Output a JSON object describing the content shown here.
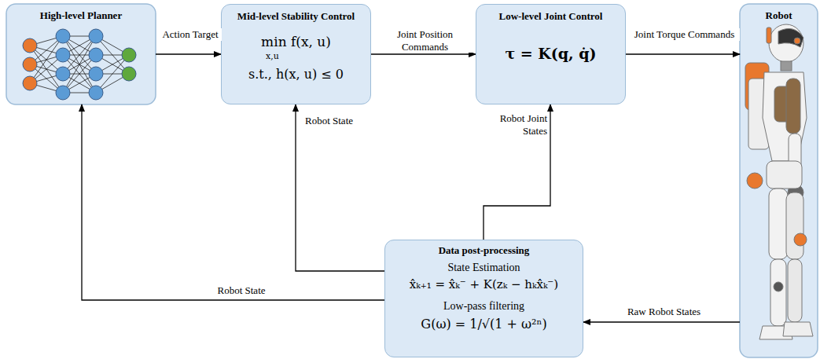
{
  "diagram": {
    "nodes": [
      {
        "text": [
          "High-level Planner"
        ]
      },
      {
        "text": [
          "Mid-level Stability Control",
          "min f(x, u)",
          "x,u",
          "s.t., h(x, u) ≤ 0"
        ]
      },
      {
        "text": [
          "Low-level Joint Control",
          "τ = K(q, q̇)"
        ]
      },
      {
        "text": [
          "Robot"
        ]
      },
      {
        "text": [
          "Data post-processing",
          "State Estimation",
          "x̂ₖ₊₁ = x̂ₖ⁻ + K(zₖ − hₖx̂ₖ⁻)",
          "Low-pass filtering",
          "G(ω) = 1/√(1 + ω²ⁿ)"
        ]
      }
    ],
    "edges": [
      {
        "from": 0,
        "to": 1,
        "arrow": "to",
        "label": "Action Target"
      },
      {
        "from": 1,
        "to": 2,
        "arrow": "to",
        "label": "Joint Position Commands"
      },
      {
        "from": 2,
        "to": 3,
        "arrow": "to",
        "label": "Joint Torque Commands"
      },
      {
        "from": 3,
        "to": 4,
        "arrow": "to",
        "label": "Raw Robot States"
      },
      {
        "from": 4,
        "to": 1,
        "arrow": "to",
        "label": "Robot State"
      },
      {
        "from": 4,
        "to": 2,
        "arrow": "to",
        "label": "Robot Joint States"
      },
      {
        "from": 4,
        "to": 0,
        "arrow": "to",
        "label": "Robot State"
      }
    ]
  }
}
